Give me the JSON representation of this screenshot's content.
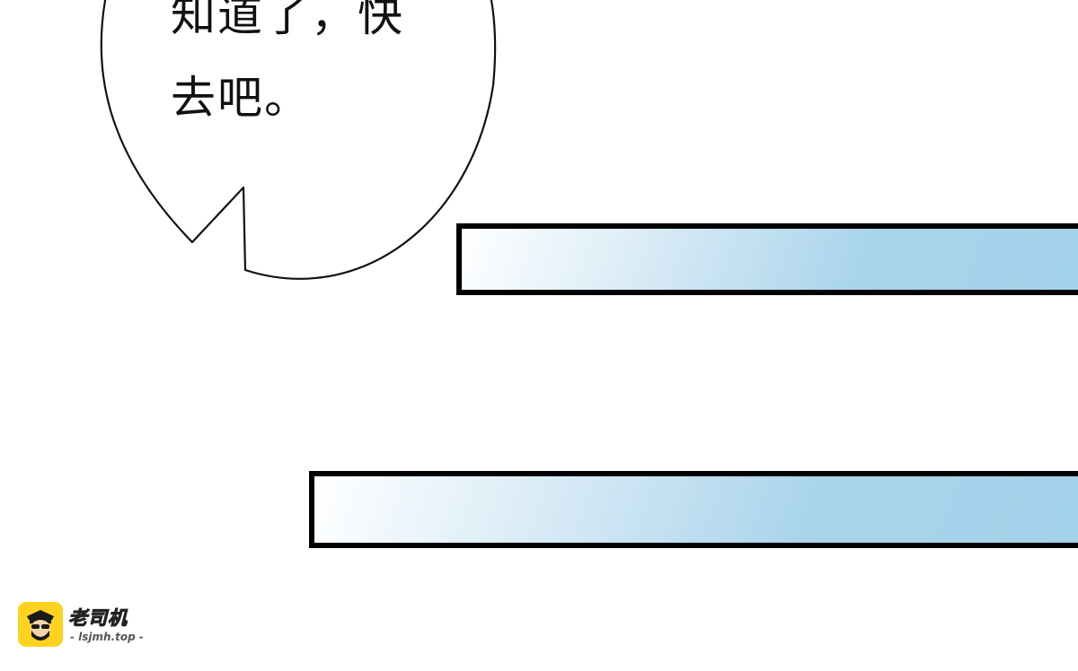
{
  "speech_bubble": {
    "lines": [
      "知道了，快",
      "去吧。"
    ]
  },
  "watermark": {
    "name": "老司机",
    "url": "- lsjmh.top -",
    "logo_icon": "driver-face-icon",
    "logo_color": "#ffd21f"
  },
  "colors": {
    "bar_border": "#000000",
    "bar_fill_light": "#ffffff",
    "bar_fill_dark": "#a4d2ea"
  }
}
